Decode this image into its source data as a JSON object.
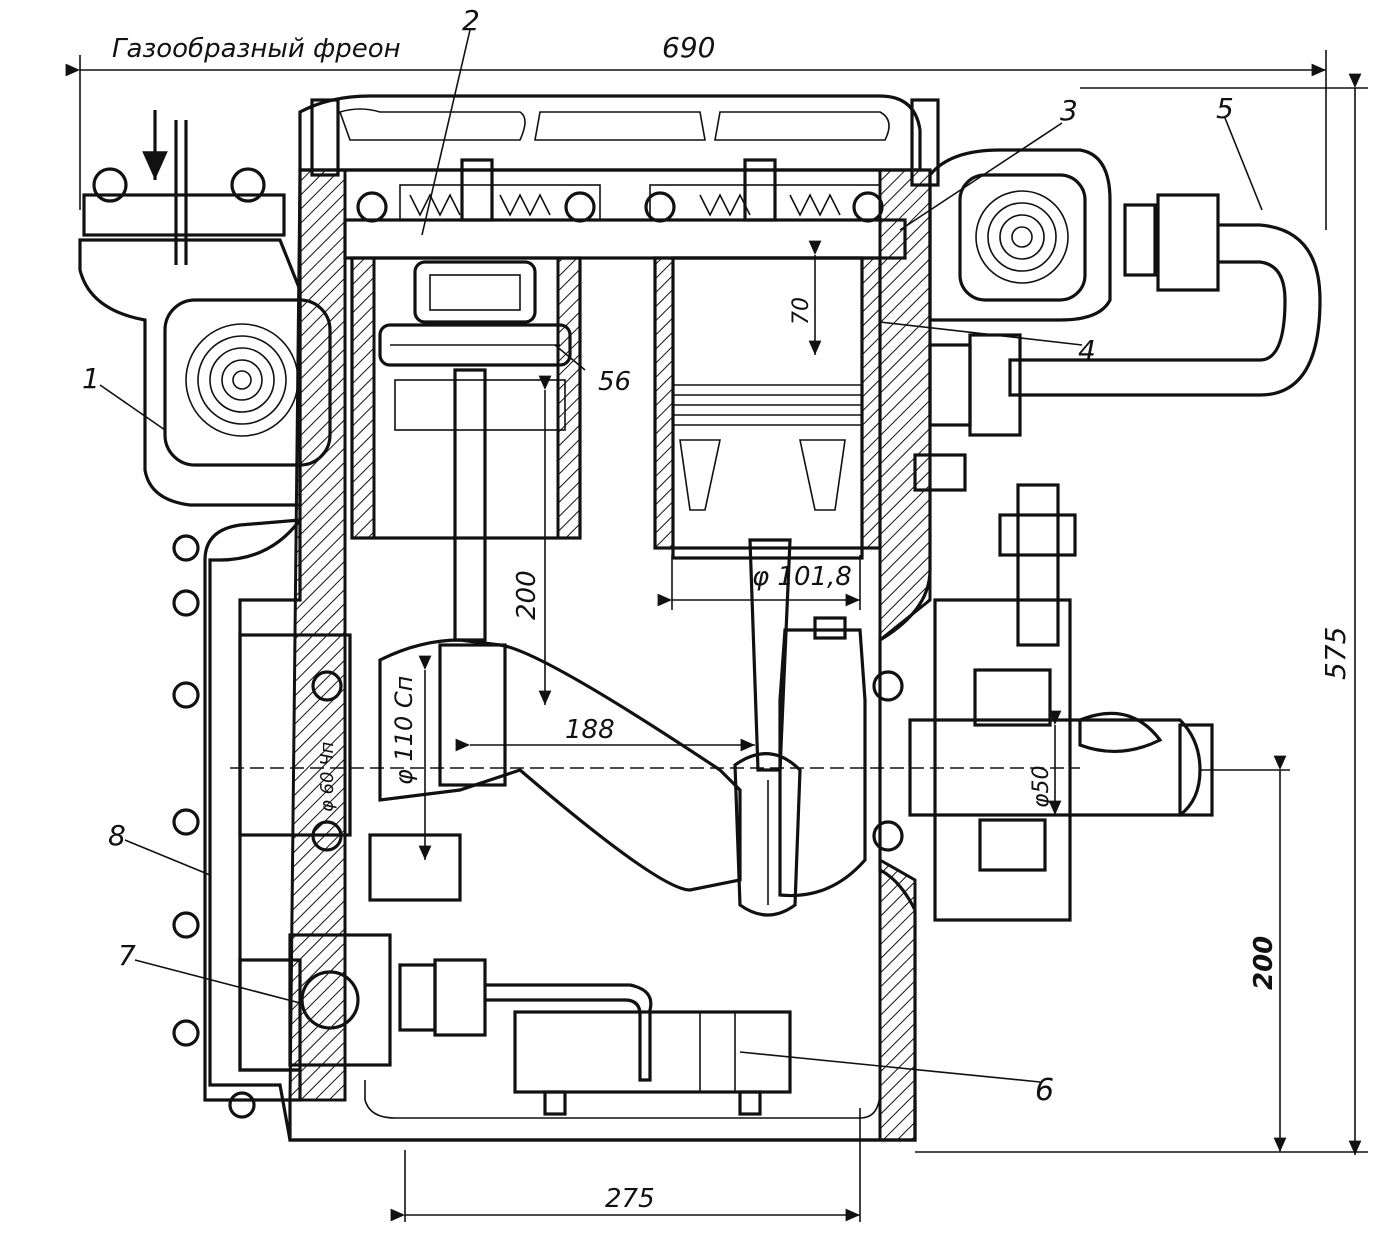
{
  "title_annotation": "Газообразный фреон",
  "dimensions": {
    "overall_width": "690",
    "overall_height": "575",
    "shaft_height": "200",
    "piston_stroke_mark": "70",
    "bore": "φ 101,8",
    "conrod_length": "200",
    "crank_offset": "188",
    "base_span": "275",
    "crank_journal": "φ 110 Сп",
    "front_journal": "φ 60 Чп",
    "rear_shaft": "φ50",
    "bolt_label": "56"
  },
  "callouts": [
    "1",
    "2",
    "3",
    "4",
    "5",
    "6",
    "7",
    "8"
  ],
  "colors": {
    "ink": "#111111",
    "paper": "#ffffff"
  }
}
